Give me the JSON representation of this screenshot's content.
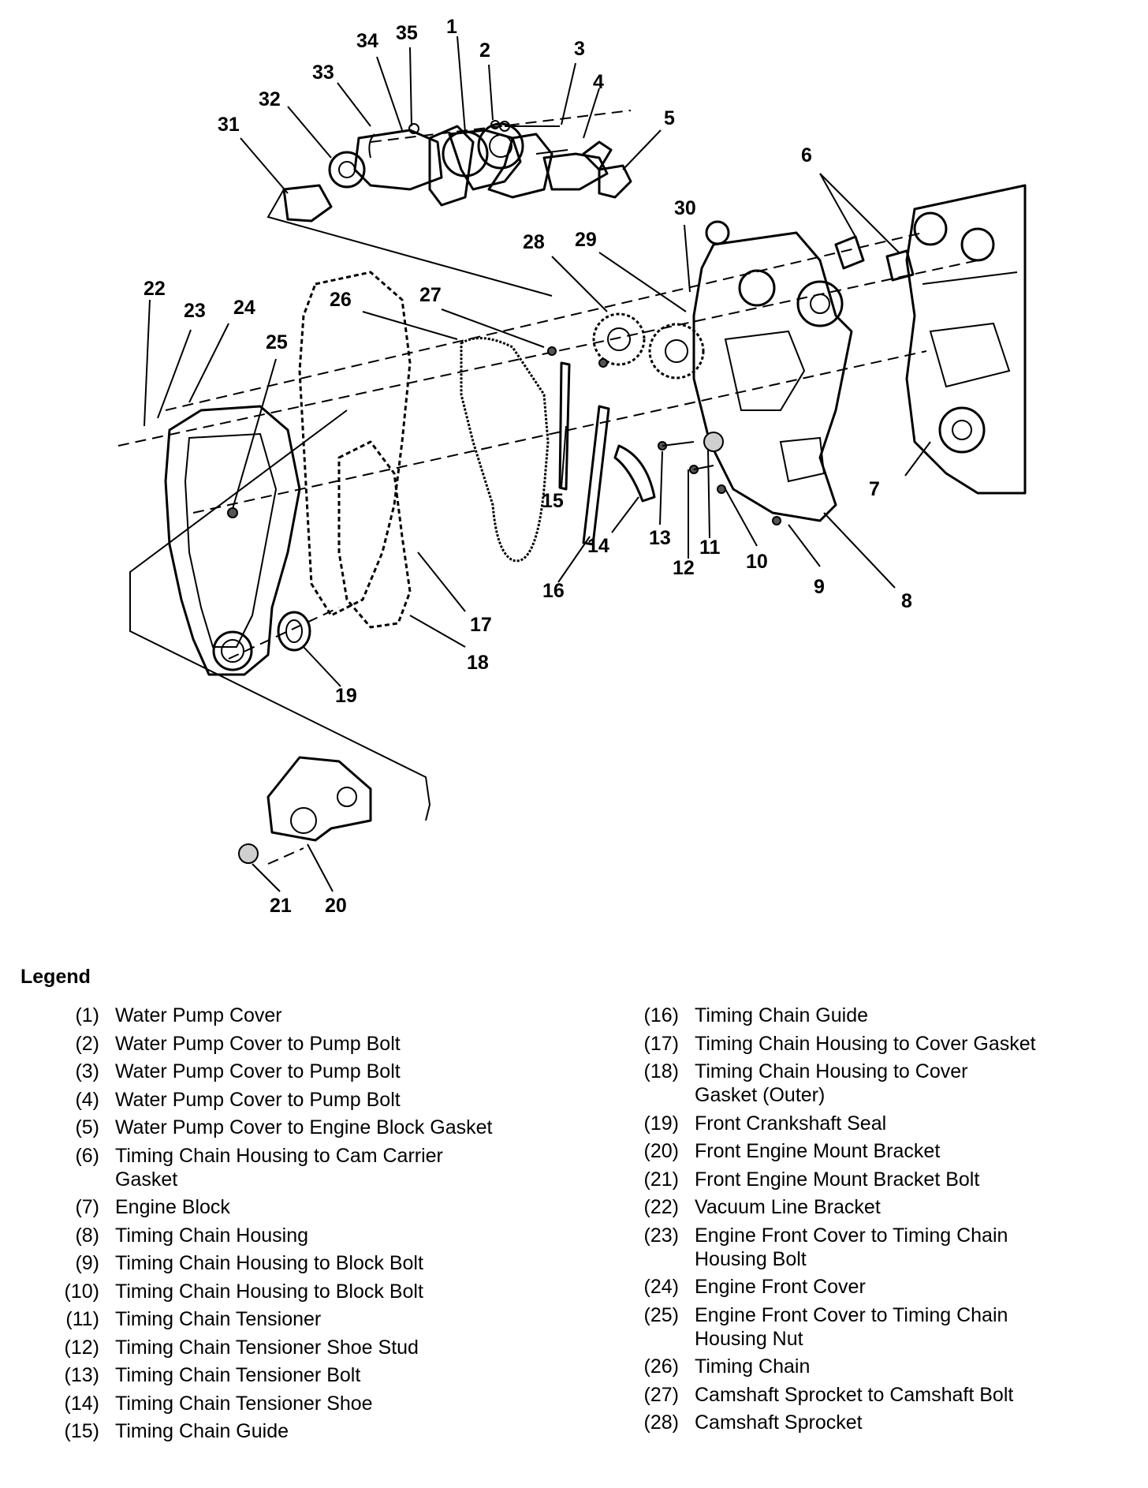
{
  "callouts": [
    {
      "n": "1",
      "label": "1"
    },
    {
      "n": "2",
      "label": "2"
    },
    {
      "n": "3",
      "label": "3"
    },
    {
      "n": "4",
      "label": "4"
    },
    {
      "n": "5",
      "label": "5"
    },
    {
      "n": "6",
      "label": "6"
    },
    {
      "n": "7",
      "label": "7"
    },
    {
      "n": "8",
      "label": "8"
    },
    {
      "n": "9",
      "label": "9"
    },
    {
      "n": "10",
      "label": "10"
    },
    {
      "n": "11",
      "label": "11"
    },
    {
      "n": "12",
      "label": "12"
    },
    {
      "n": "13",
      "label": "13"
    },
    {
      "n": "14",
      "label": "14"
    },
    {
      "n": "15",
      "label": "15"
    },
    {
      "n": "16",
      "label": "16"
    },
    {
      "n": "17",
      "label": "17"
    },
    {
      "n": "18",
      "label": "18"
    },
    {
      "n": "19",
      "label": "19"
    },
    {
      "n": "20",
      "label": "20"
    },
    {
      "n": "21",
      "label": "21"
    },
    {
      "n": "22",
      "label": "22"
    },
    {
      "n": "23",
      "label": "23"
    },
    {
      "n": "24",
      "label": "24"
    },
    {
      "n": "25",
      "label": "25"
    },
    {
      "n": "26",
      "label": "26"
    },
    {
      "n": "27",
      "label": "27"
    },
    {
      "n": "28",
      "label": "28"
    },
    {
      "n": "29",
      "label": "29"
    },
    {
      "n": "30",
      "label": "30"
    },
    {
      "n": "31",
      "label": "31"
    },
    {
      "n": "32",
      "label": "32"
    },
    {
      "n": "33",
      "label": "33"
    },
    {
      "n": "34",
      "label": "34"
    },
    {
      "n": "35",
      "label": "35"
    }
  ],
  "legend": {
    "title": "Legend",
    "left": [
      {
        "num": "(1)",
        "text": "Water Pump Cover"
      },
      {
        "num": "(2)",
        "text": "Water Pump Cover to Pump Bolt"
      },
      {
        "num": "(3)",
        "text": "Water Pump Cover to Pump Bolt"
      },
      {
        "num": "(4)",
        "text": "Water Pump Cover to Pump Bolt"
      },
      {
        "num": "(5)",
        "text": "Water Pump Cover to Engine Block Gasket"
      },
      {
        "num": "(6)",
        "text": "Timing Chain Housing to Cam Carrier",
        "text2": "Gasket"
      },
      {
        "num": "(7)",
        "text": "Engine Block"
      },
      {
        "num": "(8)",
        "text": "Timing Chain Housing"
      },
      {
        "num": "(9)",
        "text": "Timing Chain Housing to Block Bolt"
      },
      {
        "num": "(10)",
        "text": "Timing Chain Housing to Block Bolt"
      },
      {
        "num": "(11)",
        "text": "Timing Chain Tensioner"
      },
      {
        "num": "(12)",
        "text": "Timing Chain Tensioner Shoe Stud"
      },
      {
        "num": "(13)",
        "text": "Timing Chain Tensioner Bolt"
      },
      {
        "num": "(14)",
        "text": "Timing Chain Tensioner Shoe"
      },
      {
        "num": "(15)",
        "text": "Timing Chain Guide"
      }
    ],
    "right": [
      {
        "num": "(16)",
        "text": "Timing Chain Guide"
      },
      {
        "num": "(17)",
        "text": "Timing Chain Housing to Cover Gasket"
      },
      {
        "num": "(18)",
        "text": "Timing Chain Housing to Cover",
        "text2": "Gasket (Outer)"
      },
      {
        "num": "(19)",
        "text": "Front Crankshaft Seal"
      },
      {
        "num": "(20)",
        "text": "Front Engine Mount Bracket"
      },
      {
        "num": "(21)",
        "text": "Front Engine Mount Bracket Bolt"
      },
      {
        "num": "(22)",
        "text": "Vacuum Line Bracket"
      },
      {
        "num": "(23)",
        "text": "Engine Front Cover to Timing Chain",
        "text2": "Housing Bolt"
      },
      {
        "num": "(24)",
        "text": "Engine Front Cover"
      },
      {
        "num": "(25)",
        "text": "Engine Front Cover to Timing Chain",
        "text2": "Housing Nut"
      },
      {
        "num": "(26)",
        "text": "Timing Chain"
      },
      {
        "num": "(27)",
        "text": "Camshaft Sprocket to Camshaft Bolt"
      },
      {
        "num": "(28)",
        "text": "Camshaft Sprocket"
      }
    ]
  }
}
